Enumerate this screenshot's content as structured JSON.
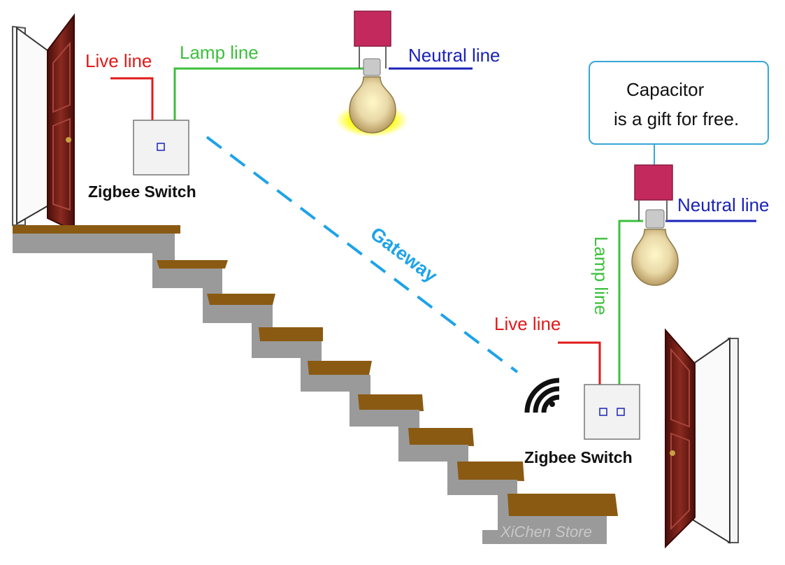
{
  "labels": {
    "left_live": "Live line",
    "left_lamp": "Lamp line",
    "left_neutral": "Neutral line",
    "left_switch": "Zigbee Switch",
    "gateway": "Gateway",
    "right_live": "Live line",
    "right_lamp": "Lamp line",
    "right_neutral": "Neutral line",
    "right_switch": "Zigbee Switch",
    "note_line1": "Capacitor",
    "note_line2": "is a gift for free.",
    "watermark": "XiChen Store"
  },
  "colors": {
    "live": "#e01a1a",
    "lamp": "#3cc03c",
    "neutral": "#1a22b8",
    "gateway": "#1ea3e8",
    "capacitor": "#c4295e",
    "step_tread": "#8a5a12",
    "step_riser": "#9a9a9a",
    "door": "#6a1a14",
    "note_border": "#35a7d6"
  }
}
